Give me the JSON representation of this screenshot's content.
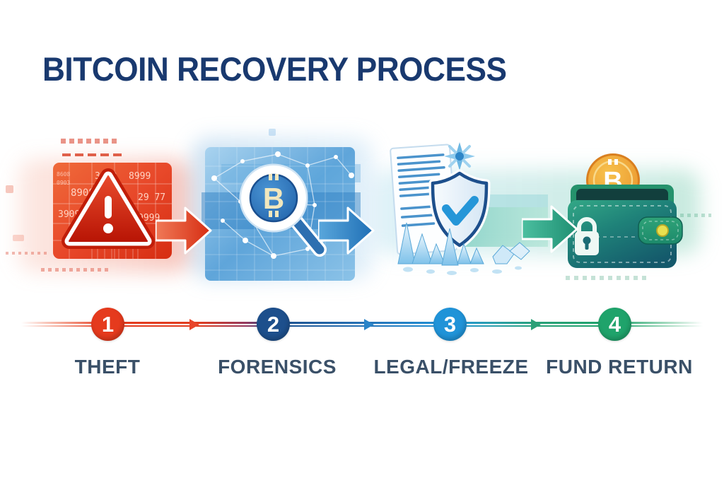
{
  "title": "BITCOIN RECOVERY PROCESS",
  "bitcoin_symbol": "B",
  "stages": [
    {
      "number": "1",
      "label": "THEFT",
      "color": "#e53a1d"
    },
    {
      "number": "2",
      "label": "FORENSICS",
      "color": "#1d4f8c"
    },
    {
      "number": "3",
      "label": "LEGAL/FREEZE",
      "color": "#2093d8"
    },
    {
      "number": "4",
      "label": "FUND RETURN",
      "color": "#1fa36b"
    }
  ],
  "theft_card": {
    "numbers": [
      "3609",
      "8999",
      "8908",
      "29 77",
      "3909",
      "9999",
      "8608",
      "0903"
    ]
  },
  "colors": {
    "title_text": "#19396f",
    "label_text": "#3a5068",
    "arrow_red": "#e03c1e",
    "arrow_blue": "#2f87c8",
    "arrow_teal": "#2aa07c"
  }
}
